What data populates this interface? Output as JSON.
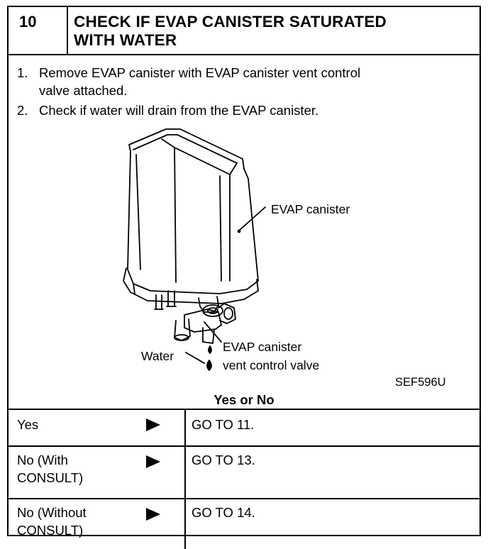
{
  "step": {
    "number": "10",
    "title": "CHECK IF EVAP CANISTER SATURATED\nWITH WATER"
  },
  "instructions": [
    {
      "num": "1.",
      "text": "Remove EVAP canister with EVAP canister vent control\nvalve attached."
    },
    {
      "num": "2.",
      "text": "Check if water will drain from the EVAP canister."
    }
  ],
  "figure": {
    "labels": {
      "evap_canister": "EVAP canister",
      "vent_valve_line1": "EVAP canister",
      "vent_valve_line2": "vent control valve",
      "water": "Water",
      "figure_code": "SEF596U"
    }
  },
  "question": "Yes or No",
  "results": [
    {
      "answer": "Yes",
      "action": "GO TO 11."
    },
    {
      "answer": "No (With\nCONSULT)",
      "action": "GO TO 13."
    },
    {
      "answer": "No (Without\nCONSULT)",
      "action": "GO TO 14."
    }
  ]
}
